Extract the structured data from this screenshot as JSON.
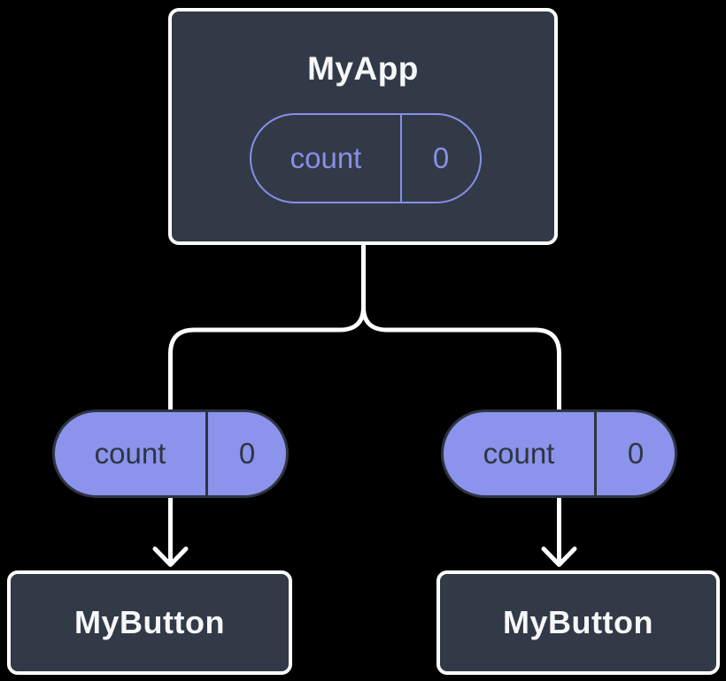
{
  "colors": {
    "canvas-bg": "#000000",
    "box-bg": "#323A47",
    "box-border": "#FFFFFF",
    "text-light": "#F6F7F9",
    "pill-outline": "#8690E8",
    "pill-fill": "#8B93EC",
    "text-dark": "#2E3542",
    "connector": "#FFFFFF"
  },
  "root": {
    "title": "MyApp",
    "state_pill": {
      "label": "count",
      "value": "0"
    }
  },
  "branches": [
    {
      "prop_pill": {
        "label": "count",
        "value": "0"
      },
      "child": {
        "title": "MyButton"
      }
    },
    {
      "prop_pill": {
        "label": "count",
        "value": "0"
      },
      "child": {
        "title": "MyButton"
      }
    }
  ]
}
